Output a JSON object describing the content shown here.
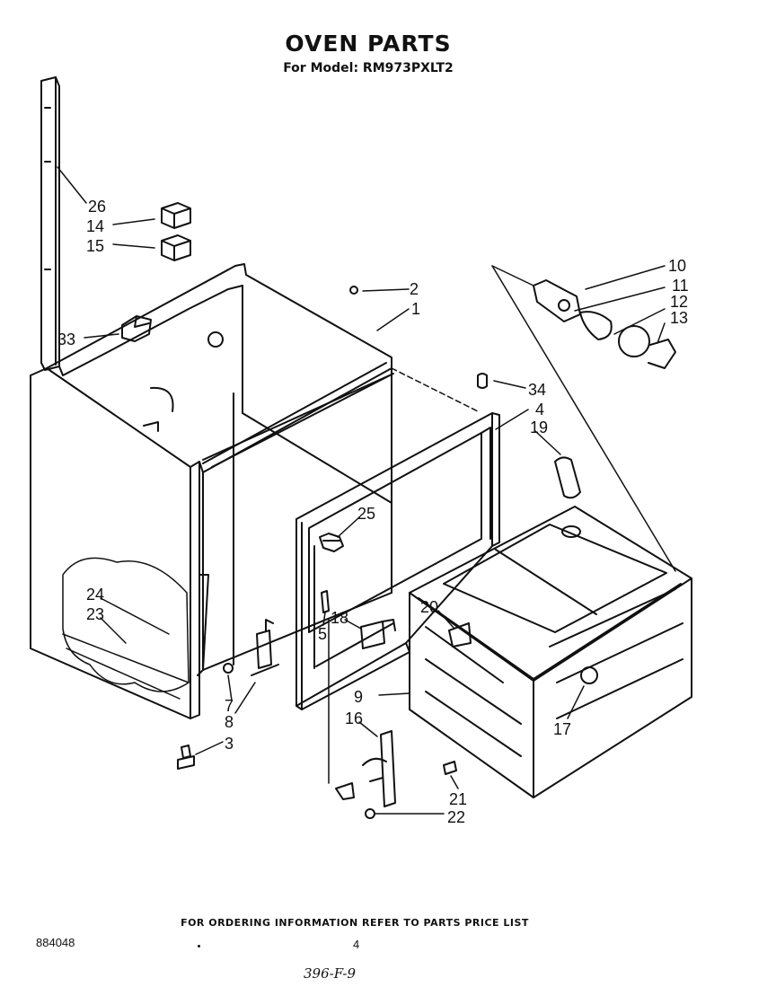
{
  "title": "OVEN PARTS",
  "subtitle": "For Model: RM973PXLT2",
  "footer_note": "FOR ORDERING INFORMATION REFER TO PARTS PRICE LIST",
  "doc_number": "884048",
  "page_number": "4",
  "handwritten_code": "396-F-9",
  "callouts": [
    "26",
    "14",
    "15",
    "33",
    "10",
    "11",
    "12",
    "13",
    "2",
    "1",
    "34",
    "4",
    "19",
    "25",
    "24",
    "23",
    "18",
    "5",
    "20",
    "9",
    "16",
    "7",
    "8",
    "3",
    "17",
    "21",
    "22"
  ]
}
